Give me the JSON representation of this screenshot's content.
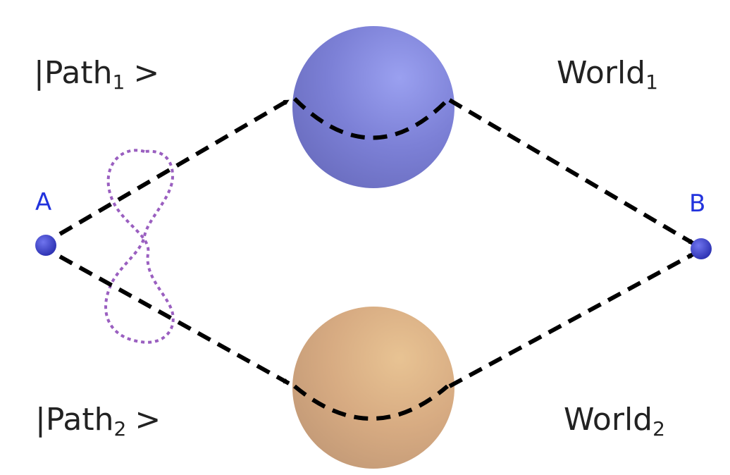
{
  "points": {
    "a": {
      "label": "A"
    },
    "b": {
      "label": "B"
    }
  },
  "kets": {
    "path1": {
      "bar": "|",
      "name": "Path",
      "sub": "1",
      "close": ">"
    },
    "path2": {
      "bar": "|",
      "name": "Path",
      "sub": "2",
      "close": ">"
    }
  },
  "worlds": {
    "world1": {
      "name": "World",
      "sub": "1"
    },
    "world2": {
      "name": "World",
      "sub": "2"
    }
  },
  "colors": {
    "point": "#3a3fc8",
    "label": "#2233dd",
    "sphere_top": "#7c80d6",
    "sphere_bottom": "#d9ad84",
    "path_line": "#000000",
    "entangle_loop": "#9a5fc0",
    "text": "#222222"
  }
}
